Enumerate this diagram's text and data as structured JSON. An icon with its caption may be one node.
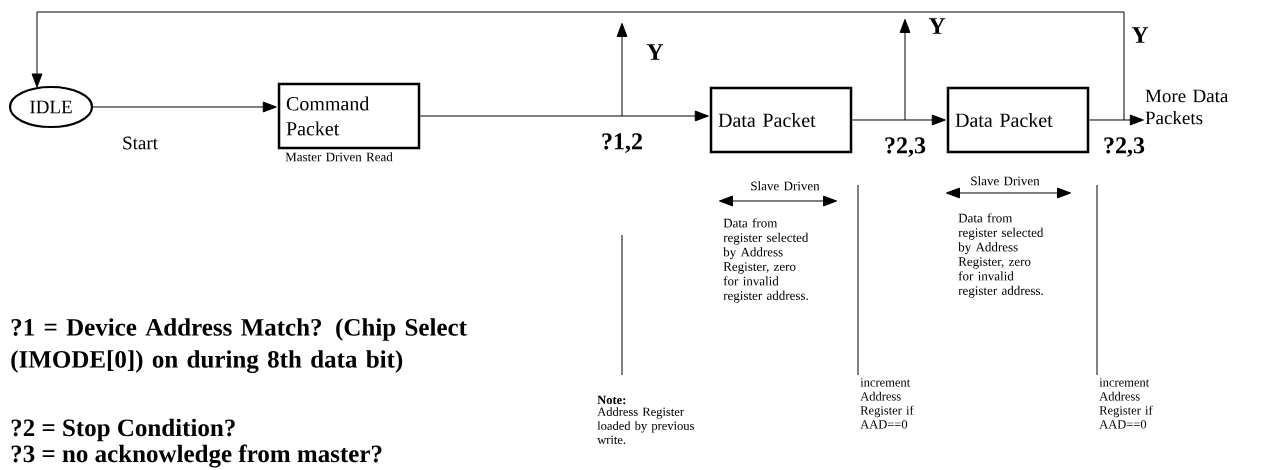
{
  "diagram": {
    "nodes": [
      {
        "text": [
          "IDLE"
        ]
      },
      {
        "text": [
          "Command Packet"
        ],
        "beside": [
          "Master Driven Read"
        ]
      },
      {
        "text": [
          "?1,2"
        ]
      },
      {
        "text": [
          "Data Packet"
        ],
        "beside": [
          "Slave Driven",
          "Data from register selected by Address Register, zero for invalid register address."
        ]
      },
      {
        "text": [
          "?2,3"
        ]
      },
      {
        "text": [
          "Data Packet"
        ],
        "beside": [
          "Slave Driven",
          "Data from register selected by Address Register, zero for invalid register address."
        ]
      },
      {
        "text": [
          "?2,3"
        ]
      },
      {
        "text": [
          "More Data Packets"
        ]
      }
    ],
    "edges": [
      {
        "from": 0,
        "to": 1,
        "arrow": "to",
        "label": "Start"
      },
      {
        "from": 1,
        "to": 2,
        "arrow": "none"
      },
      {
        "from": 2,
        "to": 3,
        "arrow": "to"
      },
      {
        "from": 2,
        "to": null,
        "arrow": "to",
        "label": "Y"
      },
      {
        "from": 3,
        "to": 4,
        "arrow": "none"
      },
      {
        "from": 4,
        "to": 5,
        "arrow": "to"
      },
      {
        "from": 4,
        "to": null,
        "arrow": "to",
        "label": "Y"
      },
      {
        "from": 5,
        "to": 6,
        "arrow": "none"
      },
      {
        "from": 6,
        "to": 7,
        "arrow": "to"
      },
      {
        "from": 6,
        "to": 0,
        "arrow": "to",
        "label": "Y"
      }
    ],
    "labels": [
      "?1 = Device Address Match? (Chip Select (IMODE[0]) on during 8th data bit)",
      "?2 = Stop Condition?",
      "Note:",
      "Address Register loaded by previous write.",
      "increment Address Register if AAD==0",
      "increment Address Register if AAD==0",
      "?3 = no acknowledge from master?"
    ]
  }
}
